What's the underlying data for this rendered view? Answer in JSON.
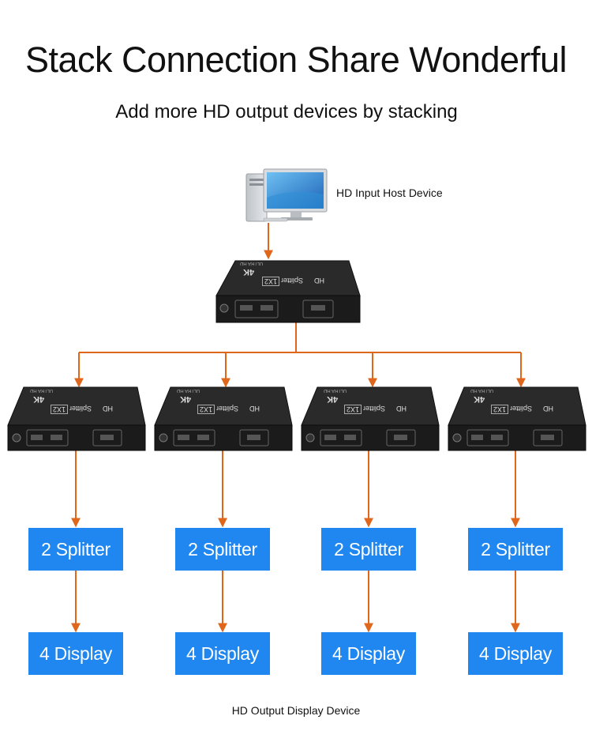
{
  "title": "Stack Connection Share Wonderful",
  "subtitle": "Add more HD output devices by stacking",
  "host_label": "HD Input Host Device",
  "footer": "HD Output Display Device",
  "colors": {
    "arrow": "#e0661b",
    "box": "#1f87ef",
    "device": "#1c1c1c"
  },
  "device_text": {
    "brand": "HD",
    "model": "Splitter",
    "ports": "1X2",
    "resolution": "4K",
    "tag": "ULTRA HD"
  },
  "columns": [
    {
      "splitter_label": "2 Splitter",
      "display_label": "4 Display"
    },
    {
      "splitter_label": "2 Splitter",
      "display_label": "4 Display"
    },
    {
      "splitter_label": "2 Splitter",
      "display_label": "4 Display"
    },
    {
      "splitter_label": "2 Splitter",
      "display_label": "4 Display"
    }
  ]
}
